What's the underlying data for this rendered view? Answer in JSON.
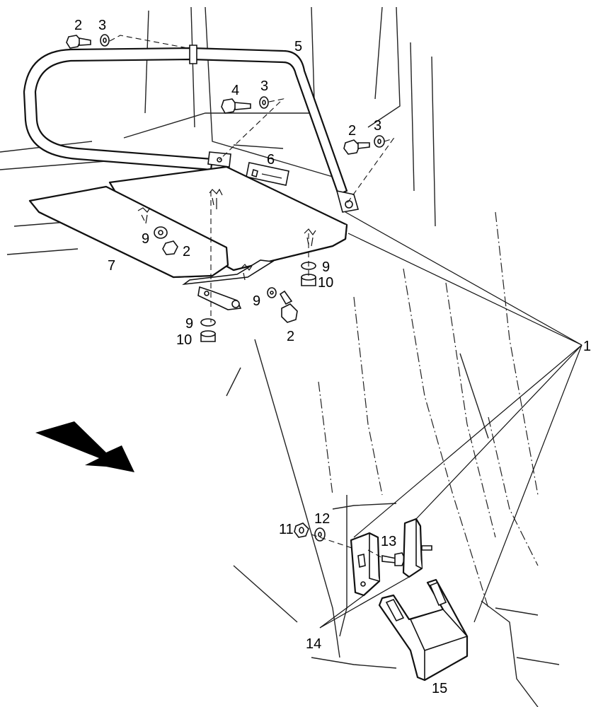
{
  "callouts": {
    "c2a": "2",
    "c3a": "3",
    "c5": "5",
    "c4": "4",
    "c3b": "3",
    "c2b": "2",
    "c3c": "3",
    "c6": "6",
    "c9a": "9",
    "c2c": "2",
    "c7": "7",
    "c9b": "9",
    "c10a": "10",
    "c9c": "9",
    "c9d": "9",
    "c10b": "10",
    "c2d": "2",
    "c1": "1",
    "c11": "11",
    "c12": "12",
    "c13": "13",
    "c14": "14",
    "c15": "15"
  },
  "colors": {
    "line": "#111111",
    "background": "#ffffff"
  }
}
